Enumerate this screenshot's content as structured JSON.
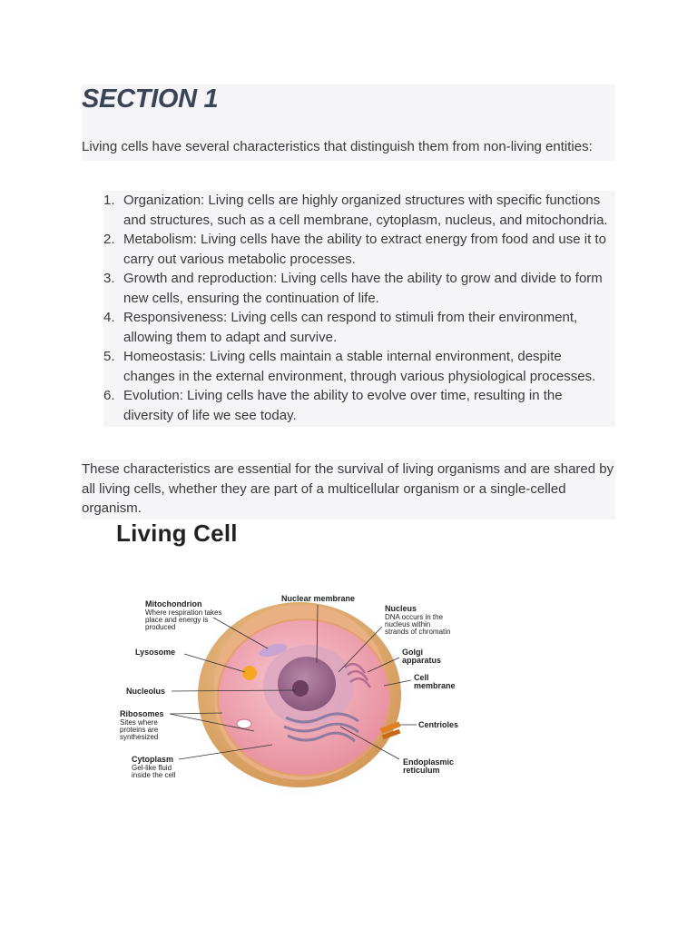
{
  "section": {
    "title": "SECTION 1",
    "intro": "Living cells have several characteristics that distinguish them from non-living entities:"
  },
  "characteristics": [
    {
      "num": "1.",
      "text": "Organization: Living cells are highly organized structures with specific functions and structures, such as a cell membrane, cytoplasm, nucleus, and mitochondria."
    },
    {
      "num": "2.",
      "text": "Metabolism: Living cells have the ability to extract energy from food and use it to carry out various metabolic processes."
    },
    {
      "num": "3.",
      "text": "Growth and reproduction: Living cells have the ability to grow and divide to form new cells, ensuring the continuation of life."
    },
    {
      "num": "4.",
      "text": "Responsiveness: Living cells can respond to stimuli from their environment, allowing them to adapt and survive."
    },
    {
      "num": "5.",
      "text": "Homeostasis: Living cells maintain a stable internal environment, despite changes in the external environment, through various physiological processes."
    },
    {
      "num": "6.",
      "text": "Evolution: Living cells have the ability to evolve over time, resulting in the diversity of life we see today."
    }
  ],
  "closing": "These characteristics are essential for the survival of living organisms and are shared by all living cells, whether they are part of a multicellular organism or a single-celled organism.",
  "diagram": {
    "title": "Living Cell",
    "labels": {
      "mitochondrion": "Mitochondrion",
      "mitochondrion_desc_1": "Where respiration takes",
      "mitochondrion_desc_2": "place and energy is",
      "mitochondrion_desc_3": "produced",
      "nuclear_membrane": "Nuclear membrane",
      "nucleus": "Nucleus",
      "nucleus_desc_1": "DNA occurs in the",
      "nucleus_desc_2": "nucleus within",
      "nucleus_desc_3": "strands of chromatin",
      "lysosome": "Lysosome",
      "golgi_1": "Golgi",
      "golgi_2": "apparatus",
      "nucleolus": "Nucleolus",
      "cell_membrane_1": "Cell",
      "cell_membrane_2": "membrane",
      "ribosomes": "Ribosomes",
      "ribosomes_desc_1": "Sites where",
      "ribosomes_desc_2": "proteins are",
      "ribosomes_desc_3": "synthesized",
      "centrioles": "Centrioles",
      "cytoplasm": "Cytoplasm",
      "cytoplasm_desc_1": "Gel-like fluid",
      "cytoplasm_desc_2": "inside the cell",
      "er_1": "Endoplasmic",
      "er_2": "reticulum"
    }
  }
}
